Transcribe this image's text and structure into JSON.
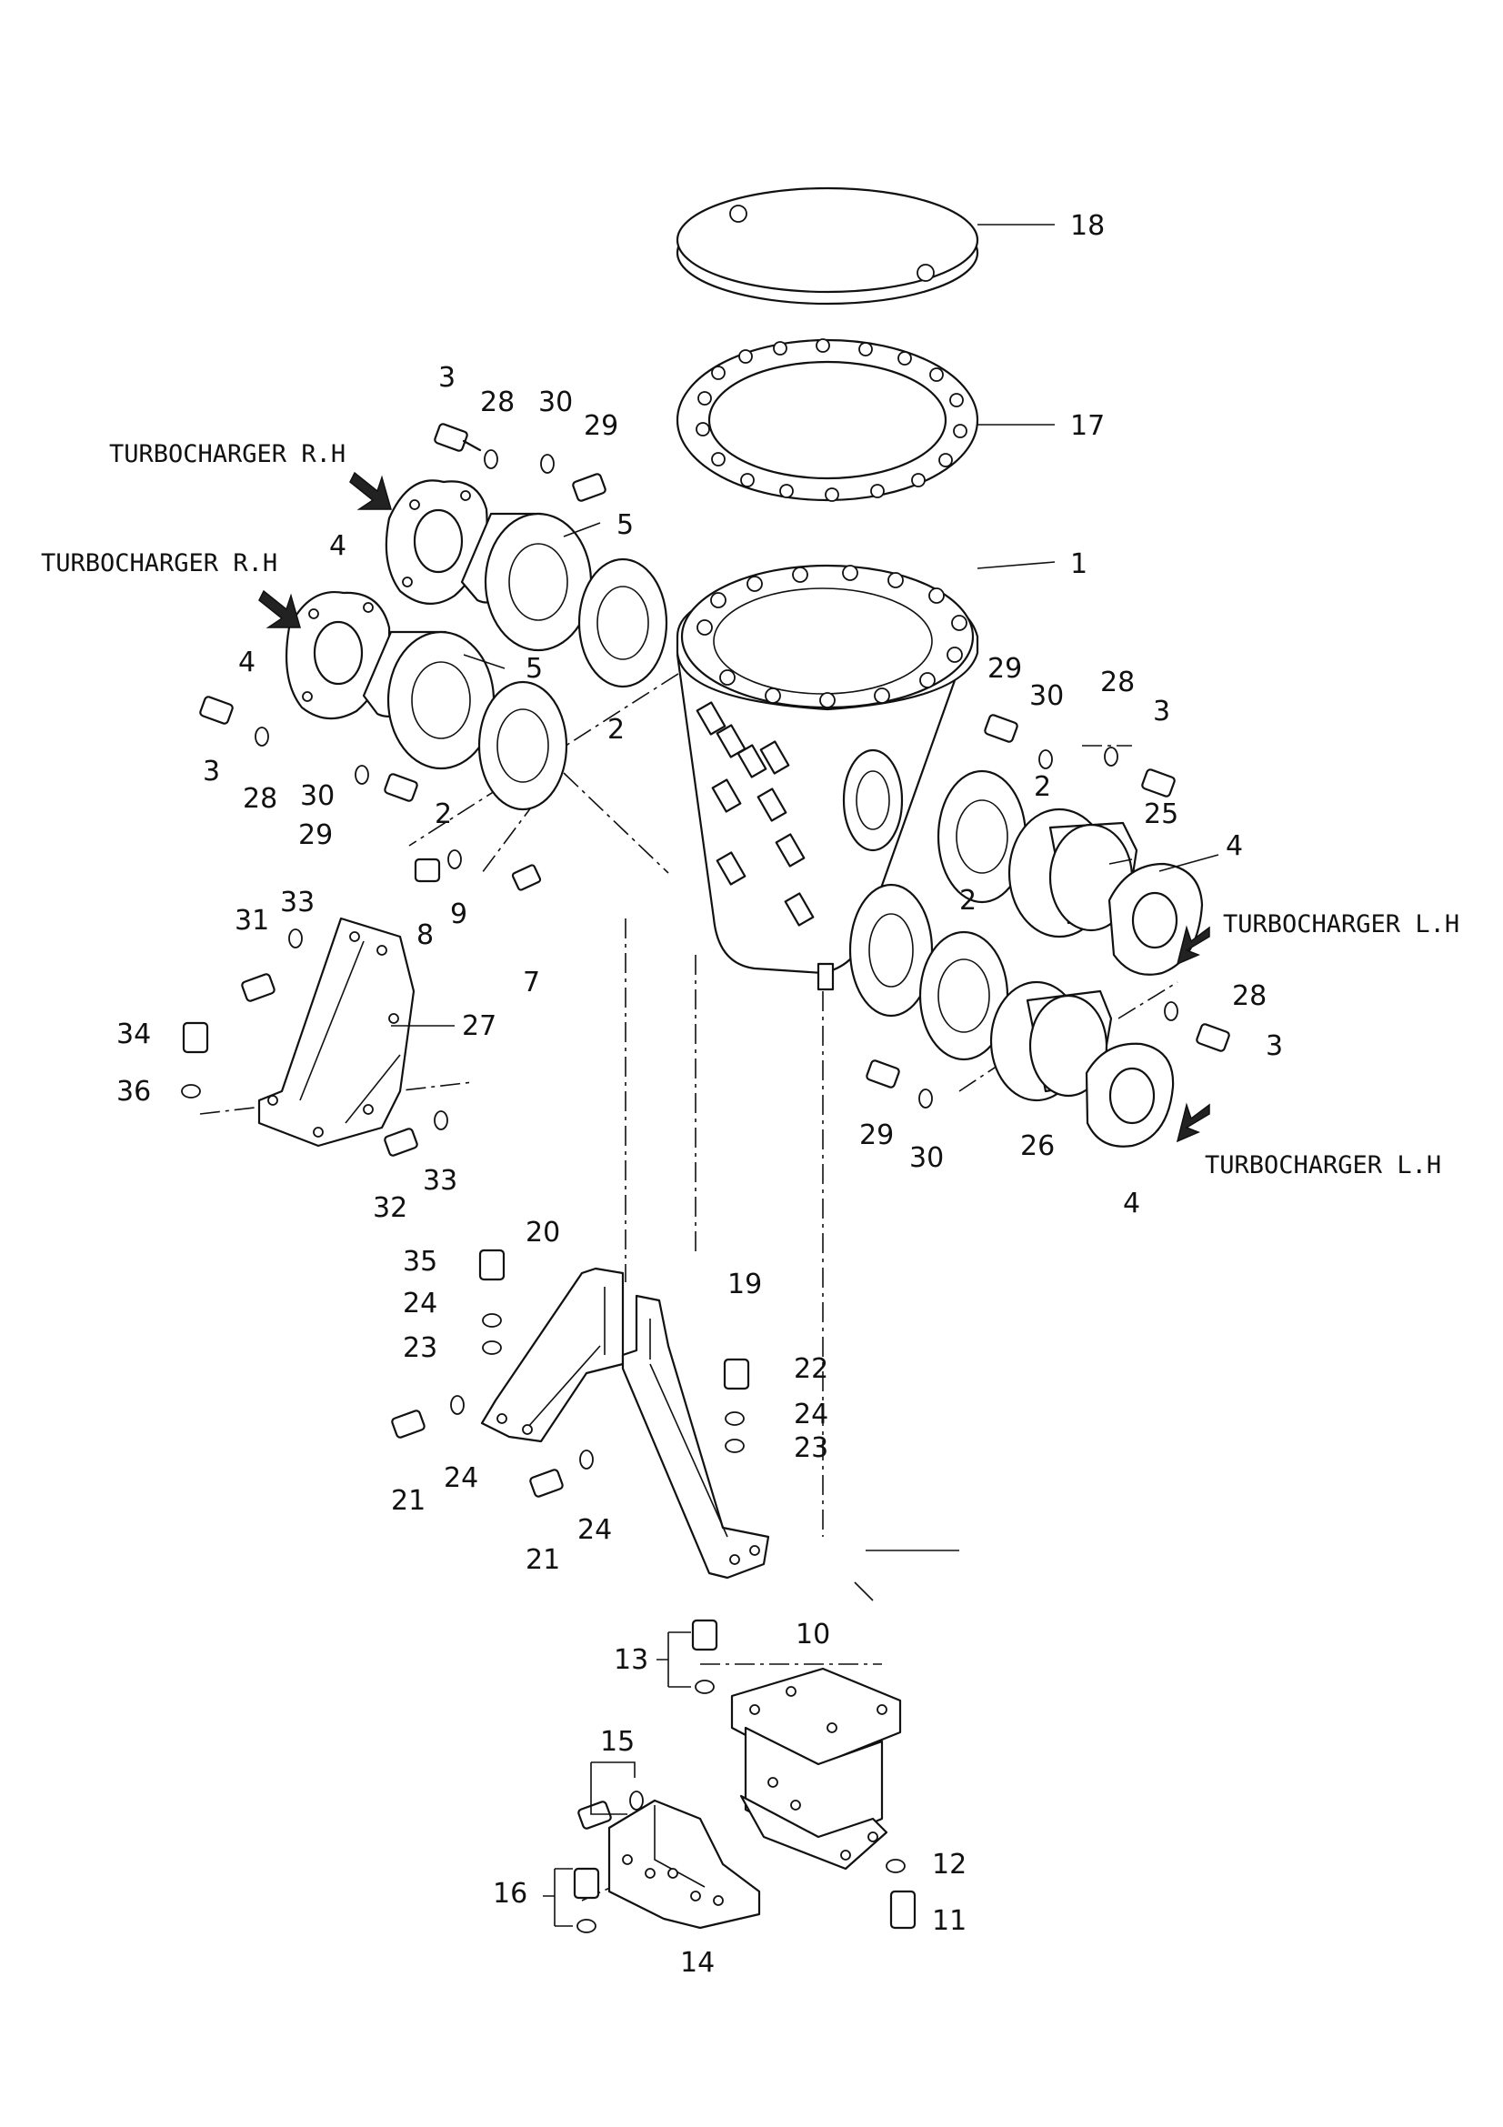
{
  "captions": {
    "rh_upper": "TURBOCHARGER R.H",
    "rh_lower": "TURBOCHARGER R.H",
    "lh_upper": "TURBOCHARGER L.H",
    "lh_lower": "TURBOCHARGER L.H"
  },
  "labels": {
    "p18": "18",
    "p17": "17",
    "p1": "1",
    "p3_a": "3",
    "p28_a": "28",
    "p30_a": "30",
    "p29_a": "29",
    "p5_a": "5",
    "p4_a": "4",
    "p4_b": "4",
    "p5_b": "5",
    "p2_a": "2",
    "p3_b": "3",
    "p28_b": "28",
    "p30_b": "30",
    "p29_b": "29",
    "p2_b": "2",
    "p29_c": "29",
    "p30_c": "30",
    "p28_c": "28",
    "p3_c": "3",
    "p2_c": "2",
    "p25": "25",
    "p4_c": "4",
    "p2_d": "2",
    "p28_d": "28",
    "p3_d": "3",
    "p29_d": "29",
    "p30_d": "30",
    "p26": "26",
    "p4_d": "4",
    "p8": "8",
    "p9": "9",
    "p7": "7",
    "p31": "31",
    "p33_a": "33",
    "p27": "27",
    "p34": "34",
    "p36": "36",
    "p32": "32",
    "p33_b": "33",
    "p35": "35",
    "p20": "20",
    "p19": "19",
    "p24_a": "24",
    "p23_a": "23",
    "p22": "22",
    "p24_b": "24",
    "p23_b": "23",
    "p21_a": "21",
    "p24_c": "24",
    "p21_b": "21",
    "p24_d": "24",
    "p13": "13",
    "p10": "10",
    "p15": "15",
    "p12": "12",
    "p16": "16",
    "p11": "11",
    "p14": "14"
  }
}
